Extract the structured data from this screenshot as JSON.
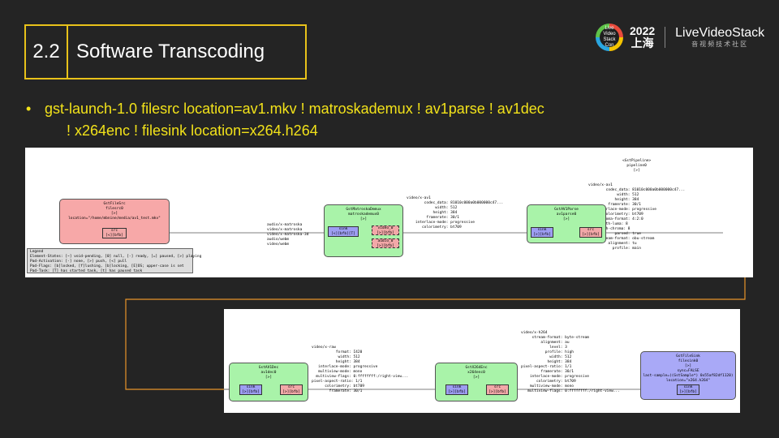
{
  "header": {
    "section_number": "2.2",
    "title": "Software Transcoding"
  },
  "logo": {
    "badge_text": "Live Video Stack Con",
    "year": "2022",
    "city": "上海",
    "brand": "LiveVideoStack",
    "brand_sub": "音视频技术社区"
  },
  "command": {
    "line1": "gst-launch-1.0 filesrc location=av1.mkv ! matroskademux ! av1parse ! av1dec",
    "line2": "! x264enc ! filesink location=x264.h264"
  },
  "pipeline_top": {
    "bin_label": "<GstPipeline>\npipeline0\n[>]",
    "bin_caps": "video/x-av1\n        codec_data: 81010c000a0b000000c47...\n             width: 512\n            height: 384\n         framerate: 30/1\n    interlace-mode: progressive\n       colorimetry: bt709\n     chroma-format: 4:2:0\n bit-depth-luma: 8\nbit-depth-chroma: 8\n            parsed: true\n     stream-format: obu-stream\n         alignment: tu\n           profile: main",
    "filesrc": {
      "label": "GstFileSrc\nfilesrc0\n[>]\nlocation=\"/home/mbnine/media/av1_test.mkv\"",
      "src_pad": "src\n[<][bfb]"
    },
    "demux_caps": "audio/x-matroska\nvideo/x-matroska\nvideo/x-matroska-3d\naudio/webm\nvideo/webm",
    "demux": {
      "label": "GstMatroskaDemux\nmatroskademux0\n[>]",
      "sink_pad": "sink\n[<][bfb][T]",
      "video_pad": "video_0\n[>][bfb]",
      "audio_pad": "audio_0\n[>][bfb]"
    },
    "parse_caps": "video/x-av1\n        codec_data: 81010c000a0b000000c47...\n             width: 512\n            height: 384\n         framerate: 30/1\n    interlace-mode: progressive\n       colorimetry: bt709",
    "parse": {
      "label": "GstAV1Parse\nav1parse0\n[>]",
      "sink_pad": "sink\n[>][bfb]",
      "src_pad": "src\n[>][bfb]"
    },
    "legend": "Legend\nElement-States: [~] void-pending, [0] null, [-] ready, [=] paused, [>] playing\nPad-Activation: [-] none, [>] push, [<] pull\nPad-Flags: [b]locked, [f]lushing, [b]locking, [E]OS; upper-case is set\nPad-Task: [T] has started task, [t] has paused task"
  },
  "pipeline_bottom": {
    "raw_caps": "video/x-raw\n           format: I420\n            width: 512\n           height: 384\n   interlace-mode: progressive\n   multiview-mode: mono\n  multiview-flags: 0:ffffffff:/right-view...\npixel-aspect-ratio: 1/1\n      colorimetry: bt709\n        framerate: 30/1",
    "dec": {
      "label": "GstAV1Dec\nav1dec0\n[>]",
      "sink_pad": "sink\n[>][bfb]",
      "src_pad": "src\n[>][bfb]"
    },
    "h264_caps": "video/x-h264\n     stream-format: byte-stream\n         alignment: au\n             level: 3\n           profile: high\n             width: 512\n            height: 384\npixel-aspect-ratio: 1/1\n         framerate: 30/1\n    interlace-mode: progressive\n       colorimetry: bt709\n    multiview-mode: mono\n   multiview-flags: 0:ffffffff:/right-view...",
    "enc": {
      "label": "GstX264Enc\nx264enc0\n[>]",
      "sink_pad": "sink\n[>][bfb]",
      "src_pad": "src\n[>][bfb]"
    },
    "sink": {
      "label": "GstFileSink\nfilesink0\n[>]\nsync=FALSE\nlast-sample=((GstSample*) 0x55af82df1120)\nlocation=\"x264.h264\"",
      "sink_pad": "sink\n[>][bfb]"
    }
  },
  "colors": {
    "accent": "#e8c21a",
    "command": "#f2e21a",
    "connector": "#e8942a"
  }
}
